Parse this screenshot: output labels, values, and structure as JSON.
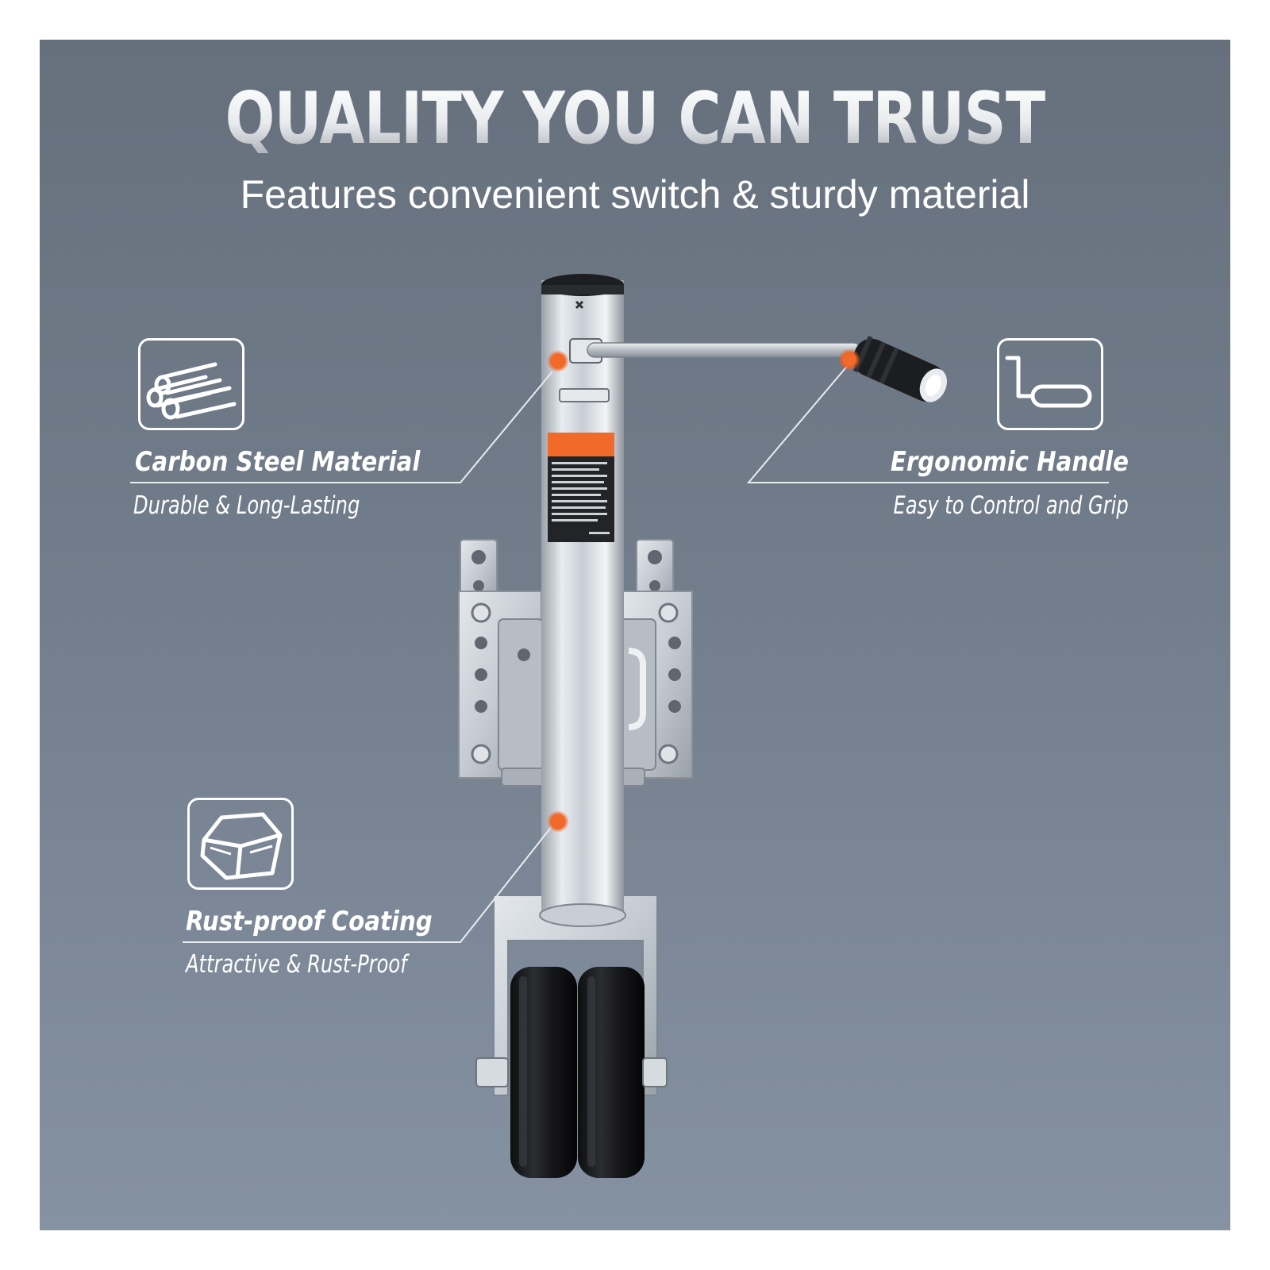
{
  "headline": "QUALITY YOU CAN TRUST",
  "subheadline": "Features convenient switch & sturdy material",
  "features": [
    {
      "icon": "steel-pipes-icon",
      "title": "Carbon Steel Material",
      "subtitle": "Durable & Long-Lasting"
    },
    {
      "icon": "crank-handle-icon",
      "title": "Ergonomic Handle",
      "subtitle": "Easy to Control and Grip"
    },
    {
      "icon": "coated-block-icon",
      "title": "Rust-proof Coating",
      "subtitle": "Attractive & Rust-Proof"
    }
  ],
  "colors": {
    "accent": "#f26a2a",
    "text": "#ffffff",
    "background_top": "#66707d",
    "background_bottom": "#8592a2",
    "steel": "#d8dde3",
    "wheel": "#1c1d20"
  }
}
